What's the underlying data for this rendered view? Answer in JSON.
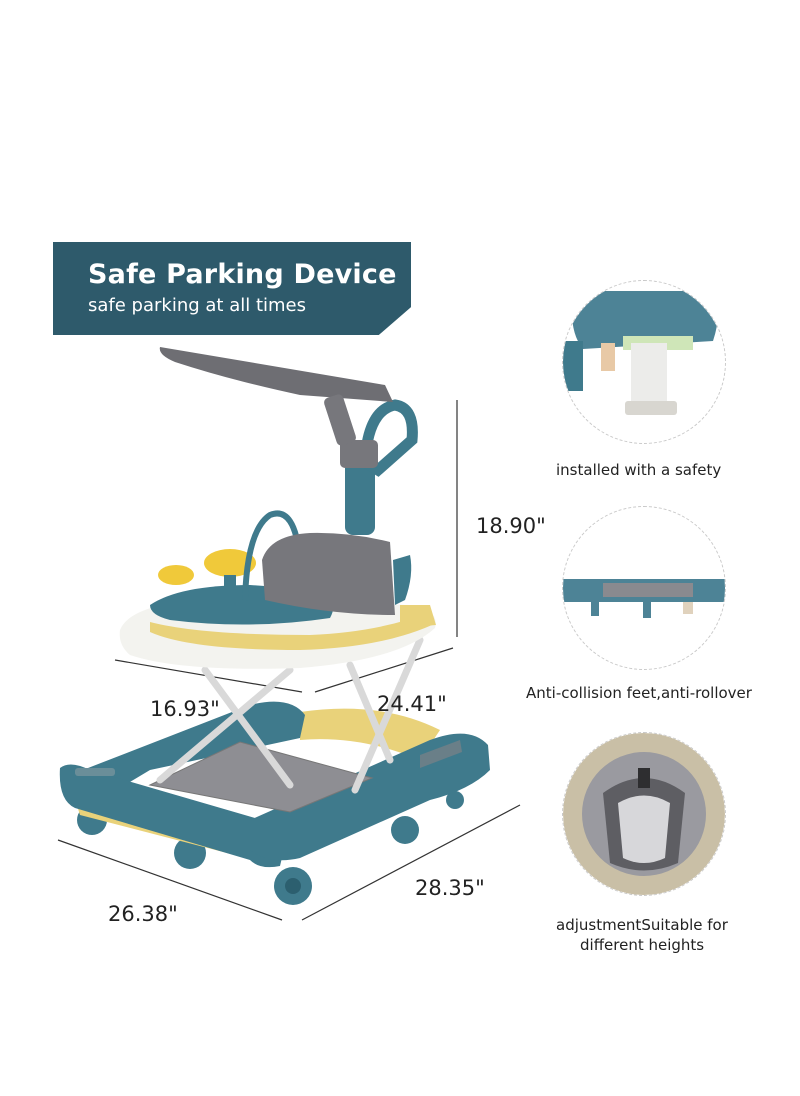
{
  "banner": {
    "title": "Safe Parking Device",
    "subtitle": "safe parking at all times"
  },
  "dimensions": {
    "height": "18.90\"",
    "tray_depth": "16.93\"",
    "tray_width": "24.41\"",
    "base_depth": "26.38\"",
    "base_width": "28.35\""
  },
  "features": [
    {
      "caption": "installed with a safety"
    },
    {
      "caption": "Anti-collision feet,anti-rollover"
    },
    {
      "caption_line1": "adjustmentSuitable for",
      "caption_line2": "different heights"
    }
  ],
  "colors": {
    "banner": "#2e5a6b",
    "frame_teal": "#3f7a8c",
    "accent_yellow": "#e9d27a",
    "canopy_grey": "#6e6e73"
  }
}
